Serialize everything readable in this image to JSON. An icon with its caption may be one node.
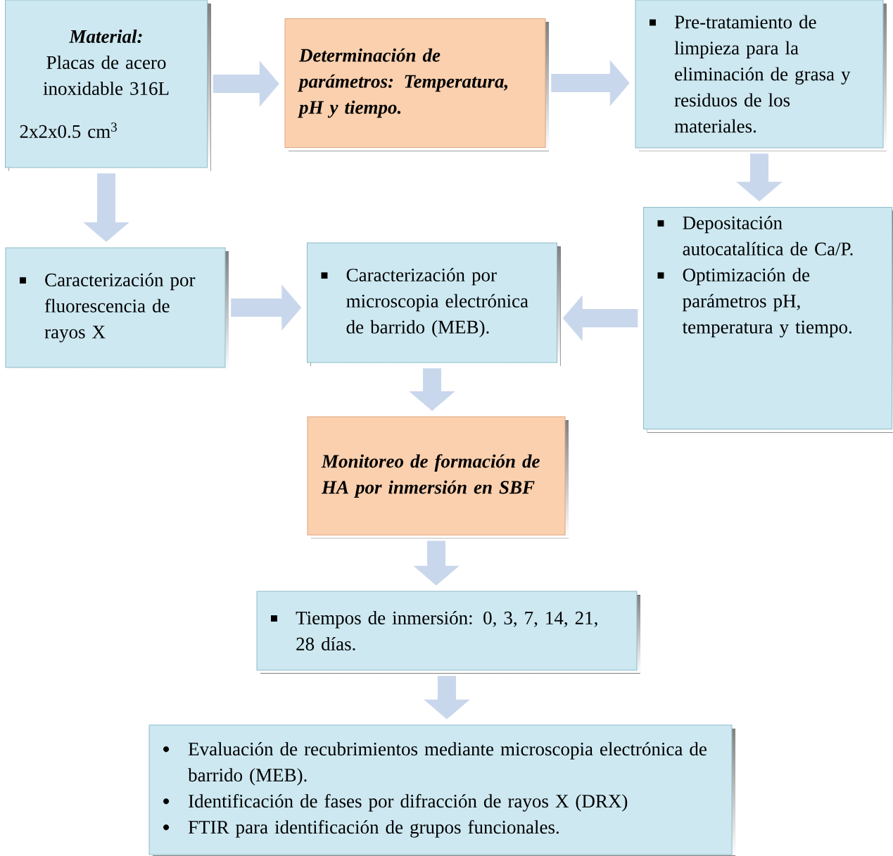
{
  "diagram": {
    "nodes": [
      {
        "text": [
          "Material:",
          "Placas de acero inoxidable 316L",
          "2x2x0.5 cm$^{3}$"
        ]
      },
      {
        "text": [
          "Determinación de parámetros: Temperatura, pH y tiempo."
        ]
      },
      {
        "text": [
          "Pre-tratamiento de limpieza para la eliminación de grasa y residuos de los materiales."
        ]
      },
      {
        "text": [
          "Caracterización por fluorescencia de rayos X"
        ]
      },
      {
        "text": [
          "Caracterización por microscopia electrónica de barrido (MEB)."
        ]
      },
      {
        "text": [
          "Depositación autocatalítica de Ca/P.",
          "Optimización de parámetros pH, temperatura y tiempo."
        ]
      },
      {
        "text": [
          "Monitoreo de formación de HA por inmersión en SBF"
        ]
      },
      {
        "text": [
          "Tiempos de inmersión: 0, 3, 7, 14, 21, 28 días."
        ]
      },
      {
        "text": [
          "Evaluación de recubrimientos mediante microscopia electrónica de barrido (MEB).",
          "Identificación de fases por difracción de rayos X (DRX)",
          "FTIR para identificación de grupos funcionales."
        ]
      }
    ],
    "edges": [
      {
        "from": 0,
        "to": 1,
        "arrow": "to"
      },
      {
        "from": 1,
        "to": 2,
        "arrow": "to"
      },
      {
        "from": 2,
        "to": 5,
        "arrow": "to"
      },
      {
        "from": 0,
        "to": 3,
        "arrow": "to"
      },
      {
        "from": 3,
        "to": 4,
        "arrow": "to"
      },
      {
        "from": 5,
        "to": 4,
        "arrow": "to"
      },
      {
        "from": 4,
        "to": 6,
        "arrow": "to"
      },
      {
        "from": 6,
        "to": 7,
        "arrow": "to"
      },
      {
        "from": 7,
        "to": 8,
        "arrow": "to"
      }
    ]
  }
}
